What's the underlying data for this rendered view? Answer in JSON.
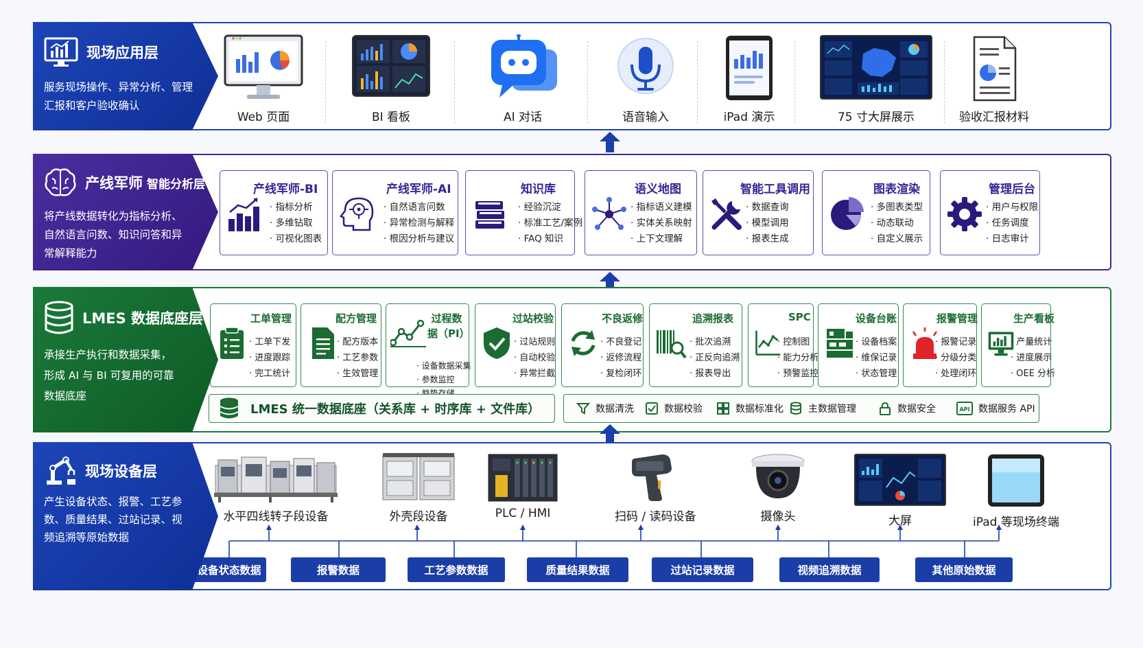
{
  "layers": {
    "app": {
      "title": "现场应用层",
      "desc": "服务现场操作、异常分析、管理汇报和客户验收确认",
      "items": [
        {
          "label": "Web 页面",
          "icon": "web-monitor-icon"
        },
        {
          "label": "BI 看板",
          "icon": "bi-dashboard-icon"
        },
        {
          "label": "AI 对话",
          "icon": "ai-chat-robot-icon"
        },
        {
          "label": "语音输入",
          "icon": "microphone-icon"
        },
        {
          "label": "iPad 演示",
          "icon": "ipad-icon"
        },
        {
          "label": "75 寸大屏展示",
          "icon": "big-screen-map-icon"
        },
        {
          "label": "验收汇报材料",
          "icon": "report-document-icon"
        }
      ]
    },
    "ai": {
      "title_main": "产线军师",
      "title_sub": "智能分析层",
      "desc": "将产线数据转化为指标分析、自然语言问数、知识问答和异常解释能力",
      "cards": [
        {
          "title": "产线军师-BI",
          "icon": "bar-chart-icon",
          "items": [
            "指标分析",
            "多维钻取",
            "可视化图表"
          ]
        },
        {
          "title": "产线军师-AI",
          "icon": "ai-head-icon",
          "items": [
            "自然语言问数",
            "异常检测与解释",
            "根因分析与建议"
          ]
        },
        {
          "title": "知识库",
          "icon": "books-icon",
          "items": [
            "经验沉淀",
            "标准工艺/案例",
            "FAQ 知识"
          ]
        },
        {
          "title": "语义地图",
          "icon": "network-graph-icon",
          "items": [
            "指标语义建模",
            "实体关系映射",
            "上下文理解"
          ]
        },
        {
          "title": "智能工具调用",
          "icon": "tools-icon",
          "items": [
            "数据查询",
            "模型调用",
            "报表生成"
          ]
        },
        {
          "title": "图表渲染",
          "icon": "pie-chart-icon",
          "items": [
            "多图表类型",
            "动态联动",
            "自定义展示"
          ]
        },
        {
          "title": "管理后台",
          "icon": "gear-icon",
          "items": [
            "用户与权限",
            "任务调度",
            "日志审计"
          ]
        }
      ]
    },
    "data": {
      "title": "LMES 数据底座层",
      "desc": "承接生产执行和数据采集，形成 AI 与 BI 可复用的可靠数据底座",
      "modules": [
        {
          "title": "工单管理",
          "icon": "clipboard-icon",
          "items": [
            "工单下发",
            "进度跟踪",
            "完工统计"
          ]
        },
        {
          "title": "配方管理",
          "icon": "recipe-document-icon",
          "items": [
            "配方版本",
            "工艺参数",
            "生效管理"
          ]
        },
        {
          "title": "过程数据（PI）",
          "icon": "trend-line-icon",
          "items": [
            "设备数据采集",
            "参数监控",
            "趋势存储"
          ]
        },
        {
          "title": "过站校验",
          "icon": "shield-check-icon",
          "items": [
            "过站规则",
            "自动校验",
            "异常拦截"
          ]
        },
        {
          "title": "不良返修",
          "icon": "refresh-icon",
          "items": [
            "不良登记",
            "返修流程",
            "复检闭环"
          ]
        },
        {
          "title": "追溯报表",
          "icon": "barcode-search-icon",
          "items": [
            "批次追溯",
            "正反向追溯",
            "报表导出"
          ]
        },
        {
          "title": "SPC",
          "icon": "spc-chart-icon",
          "items": [
            "控制图",
            "能力分析",
            "预警监控"
          ]
        },
        {
          "title": "设备台账",
          "icon": "equipment-icon",
          "items": [
            "设备档案",
            "维保记录",
            "状态管理"
          ]
        },
        {
          "title": "报警管理",
          "icon": "alarm-light-icon",
          "items": [
            "报警记录",
            "分级分类",
            "处理闭环"
          ]
        },
        {
          "title": "生产看板",
          "icon": "monitor-board-icon",
          "items": [
            "产量统计",
            "进度展示",
            "OEE 分析"
          ]
        }
      ],
      "db_label": "LMES 统一数据底座（关系库 + 时序库 + 文件库）",
      "services": [
        {
          "label": "数据清洗",
          "icon": "filter-icon"
        },
        {
          "label": "数据校验",
          "icon": "check-box-icon"
        },
        {
          "label": "数据标准化",
          "icon": "grid-icon"
        },
        {
          "label": "主数据管理",
          "icon": "database-icon"
        },
        {
          "label": "数据安全",
          "icon": "lock-icon"
        },
        {
          "label": "数据服务 API",
          "icon": "api-icon"
        }
      ]
    },
    "device": {
      "title": "现场设备层",
      "desc": "产生设备状态、报警、工艺参数、质量结果、过站记录、视频追溯等原始数据",
      "devices": [
        {
          "label": "水平四线转子段设备",
          "icon": "production-line-icon"
        },
        {
          "label": "外壳段设备",
          "icon": "cabinet-machine-icon"
        },
        {
          "label": "PLC / HMI",
          "icon": "plc-panel-icon"
        },
        {
          "label": "扫码 / 读码设备",
          "icon": "barcode-scanner-icon"
        },
        {
          "label": "摄像头",
          "icon": "dome-camera-icon"
        },
        {
          "label": "大屏",
          "icon": "large-screen-icon"
        },
        {
          "label": "iPad 等现场终端",
          "icon": "tablet-icon"
        }
      ],
      "data_types": [
        "设备状态数据",
        "报警数据",
        "工艺参数数据",
        "质量结果数据",
        "过站记录数据",
        "视频追溯数据",
        "其他原始数据"
      ]
    }
  },
  "colors": {
    "blue": "#1d45b8",
    "purple": "#4a2ea0",
    "green": "#1b7a3a",
    "arrow": "#1a3fa8"
  }
}
